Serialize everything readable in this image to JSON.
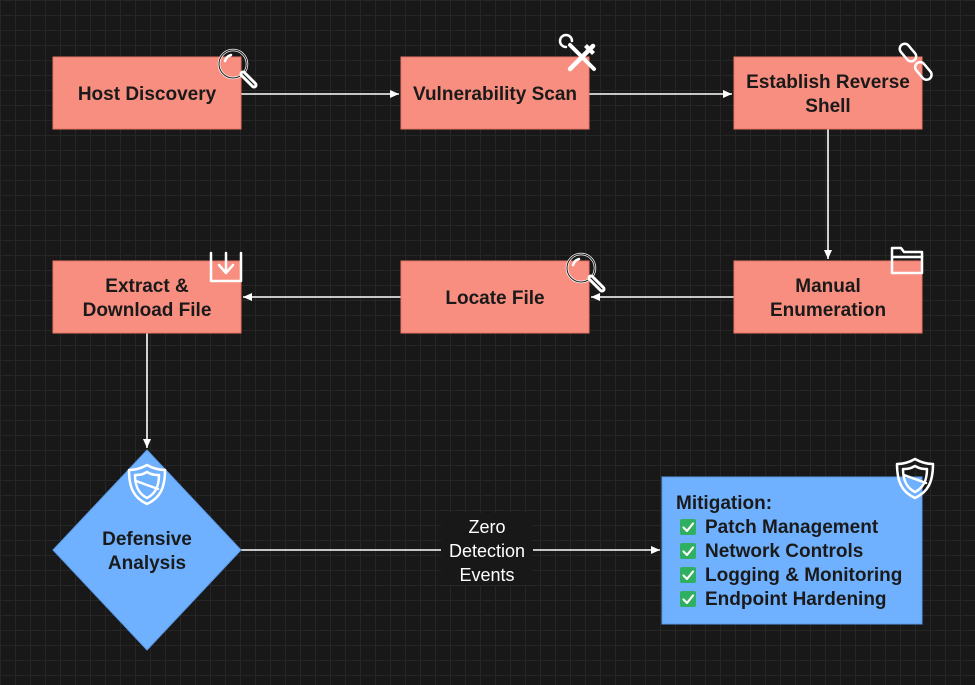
{
  "colors": {
    "background": "#181818",
    "grid": "#262626",
    "process_fill": "#f88e7f",
    "process_stroke": "#e87566",
    "decision_fill": "#6fb1ff",
    "panel_fill": "#6fb1ff",
    "edge": "#ffffff",
    "check_fill": "#2faf60"
  },
  "nodes": [
    {
      "id": "host_discovery",
      "lines": [
        "Host Discovery"
      ],
      "icon": "magnifier-icon"
    },
    {
      "id": "vulnerability_scan",
      "lines": [
        "Vulnerability Scan"
      ],
      "icon": "tools-icon"
    },
    {
      "id": "reverse_shell",
      "lines": [
        "Establish Reverse",
        "Shell"
      ],
      "icon": "broken-link-icon"
    },
    {
      "id": "manual_enumeration",
      "lines": [
        "Manual",
        "Enumeration"
      ],
      "icon": "folder-icon"
    },
    {
      "id": "locate_file",
      "lines": [
        "Locate File"
      ],
      "icon": "magnifier-icon"
    },
    {
      "id": "extract_download",
      "lines": [
        "Extract &",
        "Download File"
      ],
      "icon": "download-icon"
    },
    {
      "id": "defensive_analysis",
      "lines": [
        "Defensive",
        "Analysis"
      ],
      "icon": "shield-icon",
      "shape": "diamond"
    }
  ],
  "edges": [
    {
      "from": "host_discovery",
      "to": "vulnerability_scan"
    },
    {
      "from": "vulnerability_scan",
      "to": "reverse_shell"
    },
    {
      "from": "reverse_shell",
      "to": "manual_enumeration"
    },
    {
      "from": "manual_enumeration",
      "to": "locate_file"
    },
    {
      "from": "locate_file",
      "to": "extract_download"
    },
    {
      "from": "extract_download",
      "to": "defensive_analysis"
    },
    {
      "from": "defensive_analysis",
      "to": "mitigation",
      "label": [
        "Zero",
        "Detection",
        "Events"
      ]
    }
  ],
  "mitigation": {
    "title": "Mitigation:",
    "icon": "shield-icon",
    "items": [
      "Patch Management",
      "Network Controls",
      "Logging & Monitoring",
      "Endpoint Hardening"
    ]
  }
}
